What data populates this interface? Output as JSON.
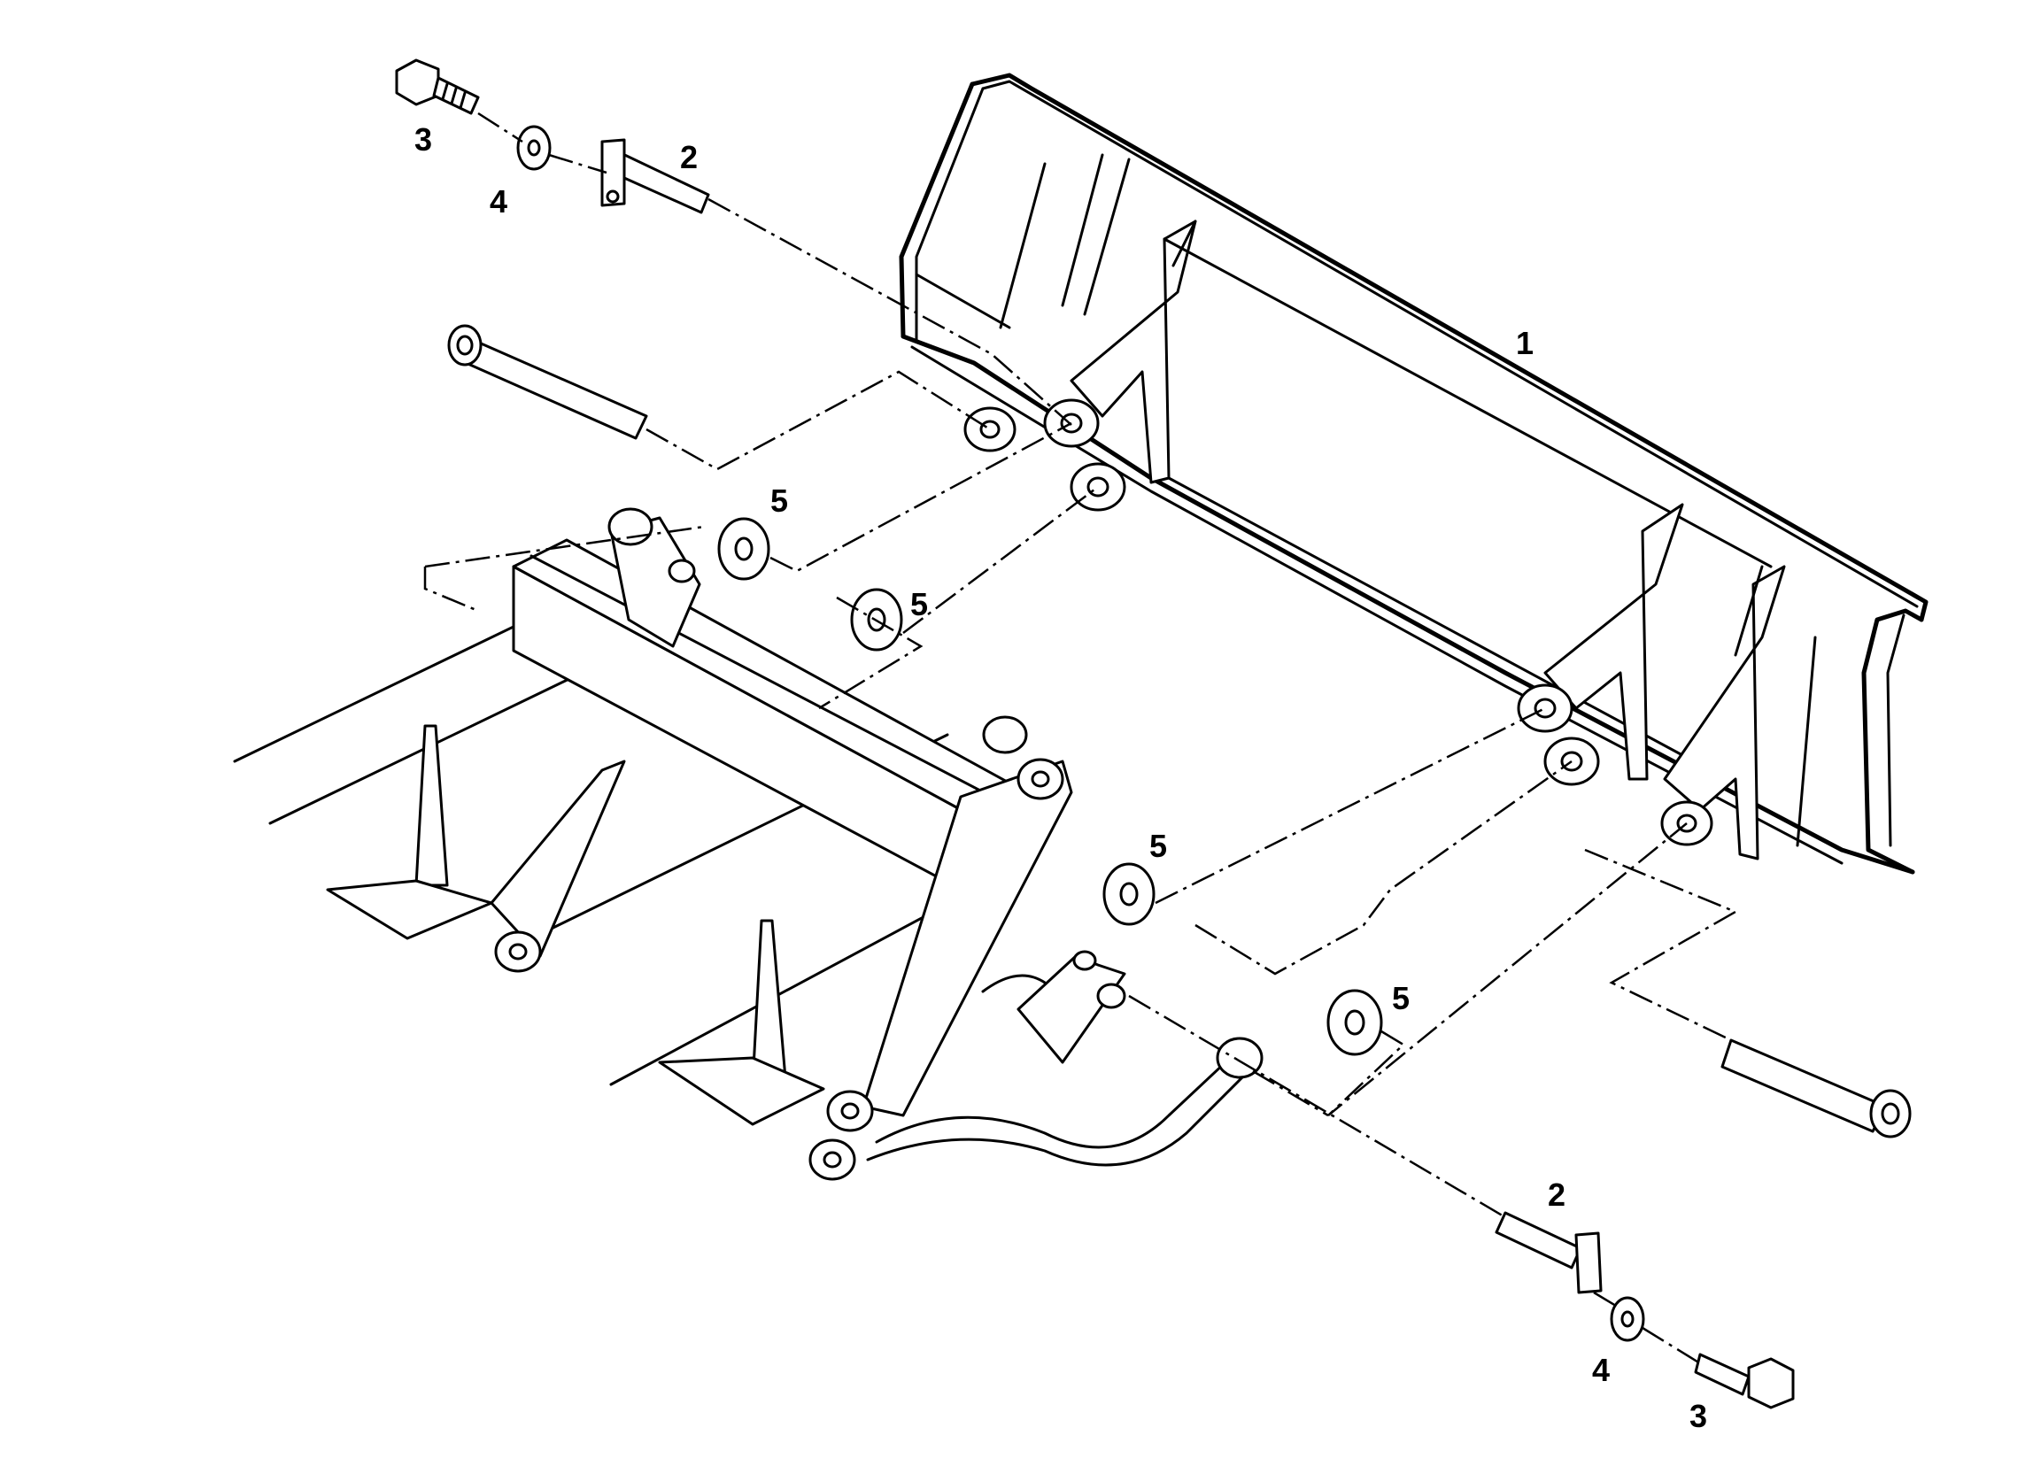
{
  "diagram": {
    "callouts": [
      {
        "id": "bucket",
        "text": "1"
      },
      {
        "id": "pin-upper",
        "text": "2"
      },
      {
        "id": "bolt-upper",
        "text": "3"
      },
      {
        "id": "washer-upper",
        "text": "4"
      },
      {
        "id": "spacer-a",
        "text": "5"
      },
      {
        "id": "spacer-b",
        "text": "5"
      },
      {
        "id": "spacer-c",
        "text": "5"
      },
      {
        "id": "spacer-d",
        "text": "5"
      },
      {
        "id": "pin-lower",
        "text": "2"
      },
      {
        "id": "washer-lower",
        "text": "4"
      },
      {
        "id": "bolt-lower",
        "text": "3"
      }
    ]
  }
}
